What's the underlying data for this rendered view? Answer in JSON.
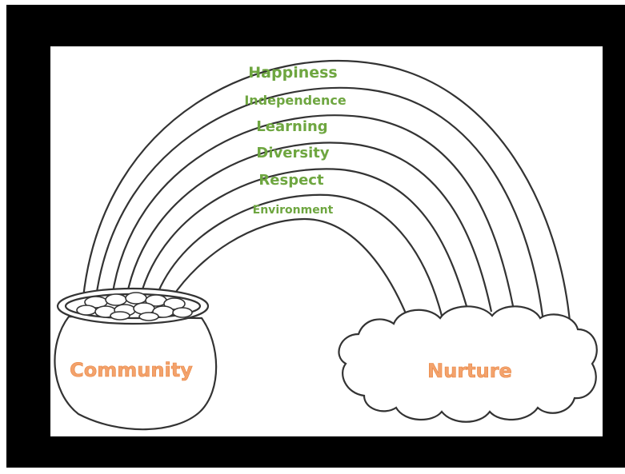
{
  "diagram": {
    "rainbow_bands": [
      {
        "label": "Happiness"
      },
      {
        "label": "Independence"
      },
      {
        "label": "Learning"
      },
      {
        "label": "Diversity"
      },
      {
        "label": "Respect"
      },
      {
        "label": "Environment"
      }
    ],
    "pot": {
      "label": "Community"
    },
    "cloud": {
      "label": "Nurture"
    },
    "colors": {
      "frame": "#000000",
      "background": "#ffffff",
      "outline": "#333333",
      "band_text": "#6ea640",
      "base_text": "#f3a26c"
    }
  }
}
